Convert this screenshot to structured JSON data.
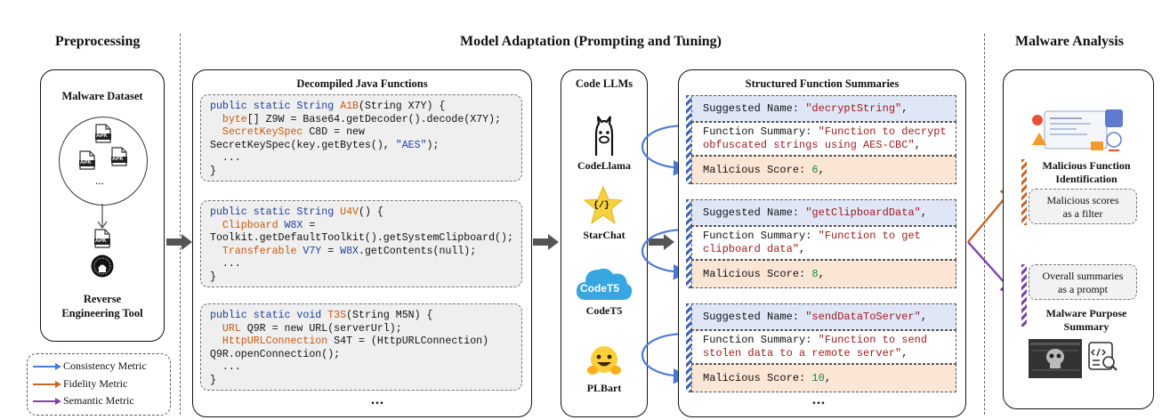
{
  "stages": {
    "preprocessing": "Preprocessing",
    "model_adaptation": "Model Adaptation (Prompting and Tuning)",
    "malware_analysis": "Malware Analysis"
  },
  "preprocessing": {
    "dataset_title": "Malware Dataset",
    "apk_label": "APK",
    "ellipsis": "...",
    "tool_line1": "Reverse",
    "tool_line2": "Engineering Tool"
  },
  "legend": [
    {
      "label": "Consistency Metric",
      "color": "#4a7bd4"
    },
    {
      "label": "Fidelity Metric",
      "color": "#c8662a"
    },
    {
      "label": "Semantic Metric",
      "color": "#7a44a8"
    }
  ],
  "decompiled": {
    "title": "Decompiled Java Functions",
    "ellipsis": "...",
    "functions": [
      {
        "lines": [
          [
            {
              "t": "public static String ",
              "c": "kw"
            },
            {
              "t": "A1B",
              "c": "hi"
            },
            {
              "t": "(String X7Y) {",
              "c": ""
            }
          ],
          [
            {
              "t": "  ",
              "c": ""
            },
            {
              "t": "byte",
              "c": "hi"
            },
            {
              "t": "[] Z9W = Base64.getDecoder().decode(X7Y);",
              "c": ""
            }
          ],
          [
            {
              "t": "  ",
              "c": ""
            },
            {
              "t": "SecretKeySpec",
              "c": "hi"
            },
            {
              "t": " C8D = new",
              "c": ""
            }
          ],
          [
            {
              "t": "SecretKeySpec(key.getBytes(), ",
              "c": ""
            },
            {
              "t": "\"AES\"",
              "c": "kw"
            },
            {
              "t": ");",
              "c": ""
            }
          ],
          [
            {
              "t": "  ...",
              "c": ""
            }
          ],
          [
            {
              "t": "}",
              "c": ""
            }
          ]
        ]
      },
      {
        "lines": [
          [
            {
              "t": "public static String ",
              "c": "kw"
            },
            {
              "t": "U4V",
              "c": "hi"
            },
            {
              "t": "() {",
              "c": ""
            }
          ],
          [
            {
              "t": "  ",
              "c": ""
            },
            {
              "t": "Clipboard",
              "c": "hi"
            },
            {
              "t": " ",
              "c": ""
            },
            {
              "t": "W8X",
              "c": "kw"
            },
            {
              "t": " =",
              "c": ""
            }
          ],
          [
            {
              "t": "Toolkit.getDefaultToolkit().getSystemClipboard();",
              "c": ""
            }
          ],
          [
            {
              "t": "  ",
              "c": ""
            },
            {
              "t": "Transferable",
              "c": "hi"
            },
            {
              "t": " ",
              "c": ""
            },
            {
              "t": "V7Y",
              "c": "kw"
            },
            {
              "t": " = ",
              "c": ""
            },
            {
              "t": "W8X",
              "c": "kw"
            },
            {
              "t": ".getContents(null);",
              "c": ""
            }
          ],
          [
            {
              "t": "  ...",
              "c": ""
            }
          ],
          [
            {
              "t": "}",
              "c": ""
            }
          ]
        ]
      },
      {
        "lines": [
          [
            {
              "t": "public static void ",
              "c": "kw"
            },
            {
              "t": "T3S",
              "c": "hi"
            },
            {
              "t": "(String M5N) {",
              "c": ""
            }
          ],
          [
            {
              "t": "  ",
              "c": ""
            },
            {
              "t": "URL",
              "c": "hi"
            },
            {
              "t": " Q9R = new URL(serverUrl);",
              "c": ""
            }
          ],
          [
            {
              "t": "  ",
              "c": ""
            },
            {
              "t": "HttpURLConnection",
              "c": "hi"
            },
            {
              "t": " S4T = (HttpURLConnection)",
              "c": ""
            }
          ],
          [
            {
              "t": "Q9R.openConnection();",
              "c": ""
            }
          ],
          [
            {
              "t": "  ...",
              "c": ""
            }
          ],
          [
            {
              "t": "}",
              "c": ""
            }
          ]
        ]
      }
    ]
  },
  "code_llms": {
    "title": "Code LLMs",
    "models": [
      "CodeLlama",
      "StarChat",
      "CodeT5",
      "PLBart"
    ],
    "starchat_glyph": "{/}",
    "codet5_glyph": "CodeT5"
  },
  "summaries": {
    "title": "Structured Function Summaries",
    "ellipsis": "...",
    "items": [
      {
        "name_key": "Suggested Name: ",
        "name_val": "\"decryptString\"",
        "sum_key": "Function Summary: ",
        "sum_val1": "\"Function to decrypt",
        "sum_val2": "obfuscated strings using AES-CBC\"",
        "score_key": "Malicious Score: ",
        "score_val": "6"
      },
      {
        "name_key": "Suggested Name: ",
        "name_val": "\"getClipboardData\"",
        "sum_key": "Function Summary: ",
        "sum_val1": "\"Function to get",
        "sum_val2": "clipboard data\"",
        "score_key": "Malicious Score: ",
        "score_val": "8"
      },
      {
        "name_key": "Suggested Name: ",
        "name_val": "\"sendDataToServer\"",
        "sum_key": "Function Summary: ",
        "sum_val1": "\"Function to send",
        "sum_val2": "stolen data to a remote server\"",
        "score_key": "Malicious Score: ",
        "score_val": "10"
      }
    ]
  },
  "malware_analysis": {
    "mfi_line1": "Malicious Function",
    "mfi_line2": "Identification",
    "filter_line1": "Malicious scores",
    "filter_line2": "as a filter",
    "prompt_line1": "Overall summaries",
    "prompt_line2": "as a prompt",
    "mps_line1": "Malware Purpose",
    "mps_line2": "Summary"
  },
  "colors": {
    "consistency": "#4a7bd4",
    "fidelity": "#c8662a",
    "semantic": "#7a44a8",
    "code_keyword": "#1f3f9a",
    "code_highlight": "#c75a10",
    "string": "#a11b1b",
    "score_number": "#1c8a3c"
  }
}
